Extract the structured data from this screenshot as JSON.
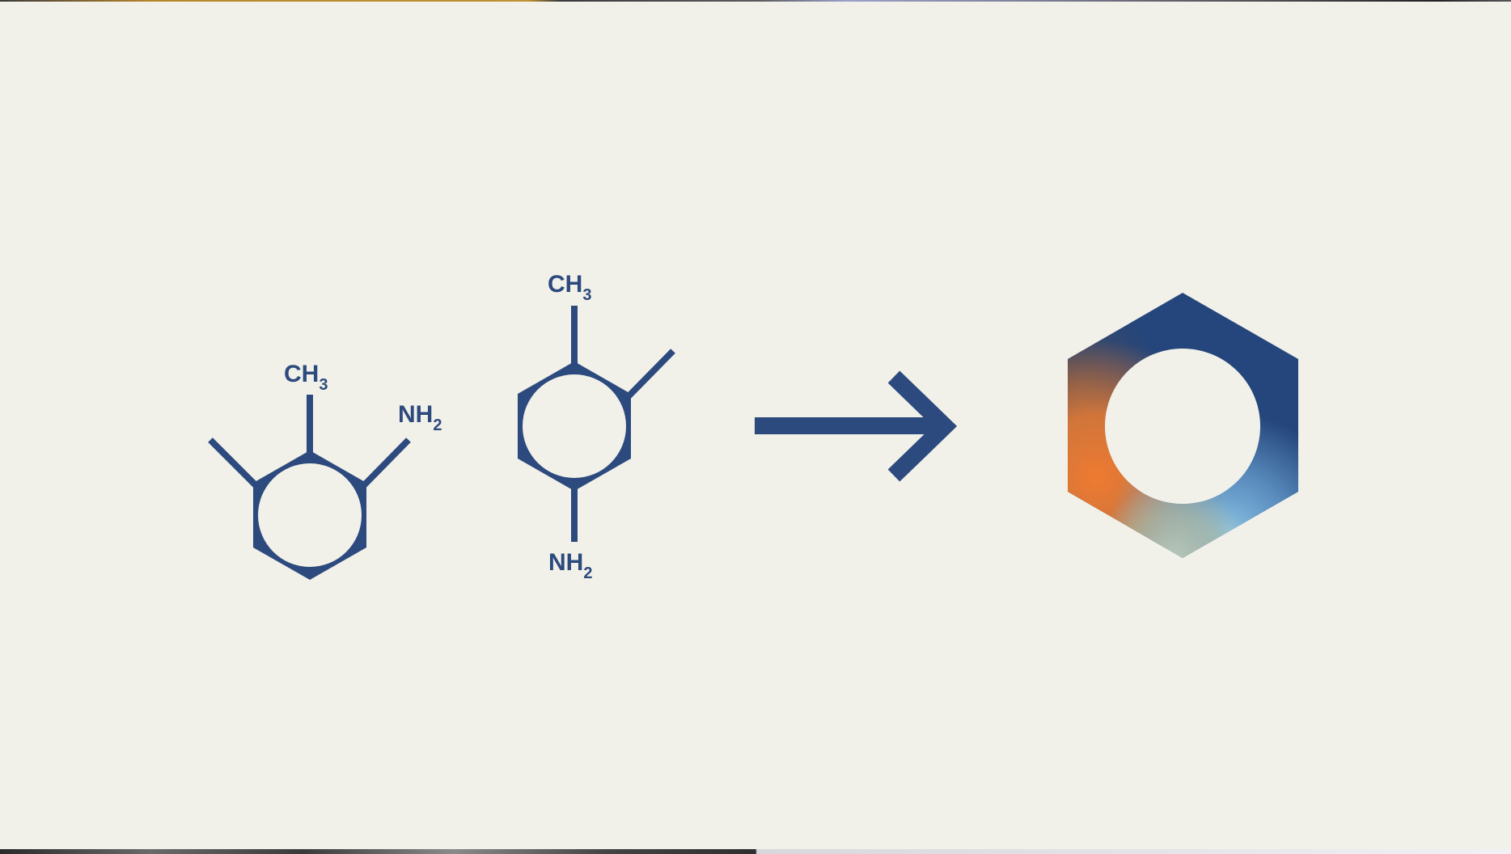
{
  "diagram": {
    "type": "chemical-reaction-illustration",
    "colors": {
      "background": "#f2f1e9",
      "structure": "#2c4a7e",
      "gradient_dark_blue": "#24467c",
      "gradient_slate": "#4a4a5e",
      "gradient_orange": "#ef7a30",
      "gradient_sage": "#b4bc9c",
      "gradient_light_blue": "#86bde0",
      "gradient_mid_blue": "#3f6faa"
    },
    "reactants": [
      {
        "name": "molecule-1",
        "labels": {
          "top_group": "CH",
          "top_sub": "3",
          "right_group": "NH",
          "right_sub": "2"
        }
      },
      {
        "name": "molecule-2",
        "labels": {
          "top_group": "CH",
          "top_sub": "3",
          "bottom_group": "NH",
          "bottom_sub": "2"
        }
      }
    ],
    "arrow": {
      "direction": "right"
    },
    "product": {
      "shape": "hexagon-ring",
      "fill": "multicolor-gradient"
    }
  }
}
